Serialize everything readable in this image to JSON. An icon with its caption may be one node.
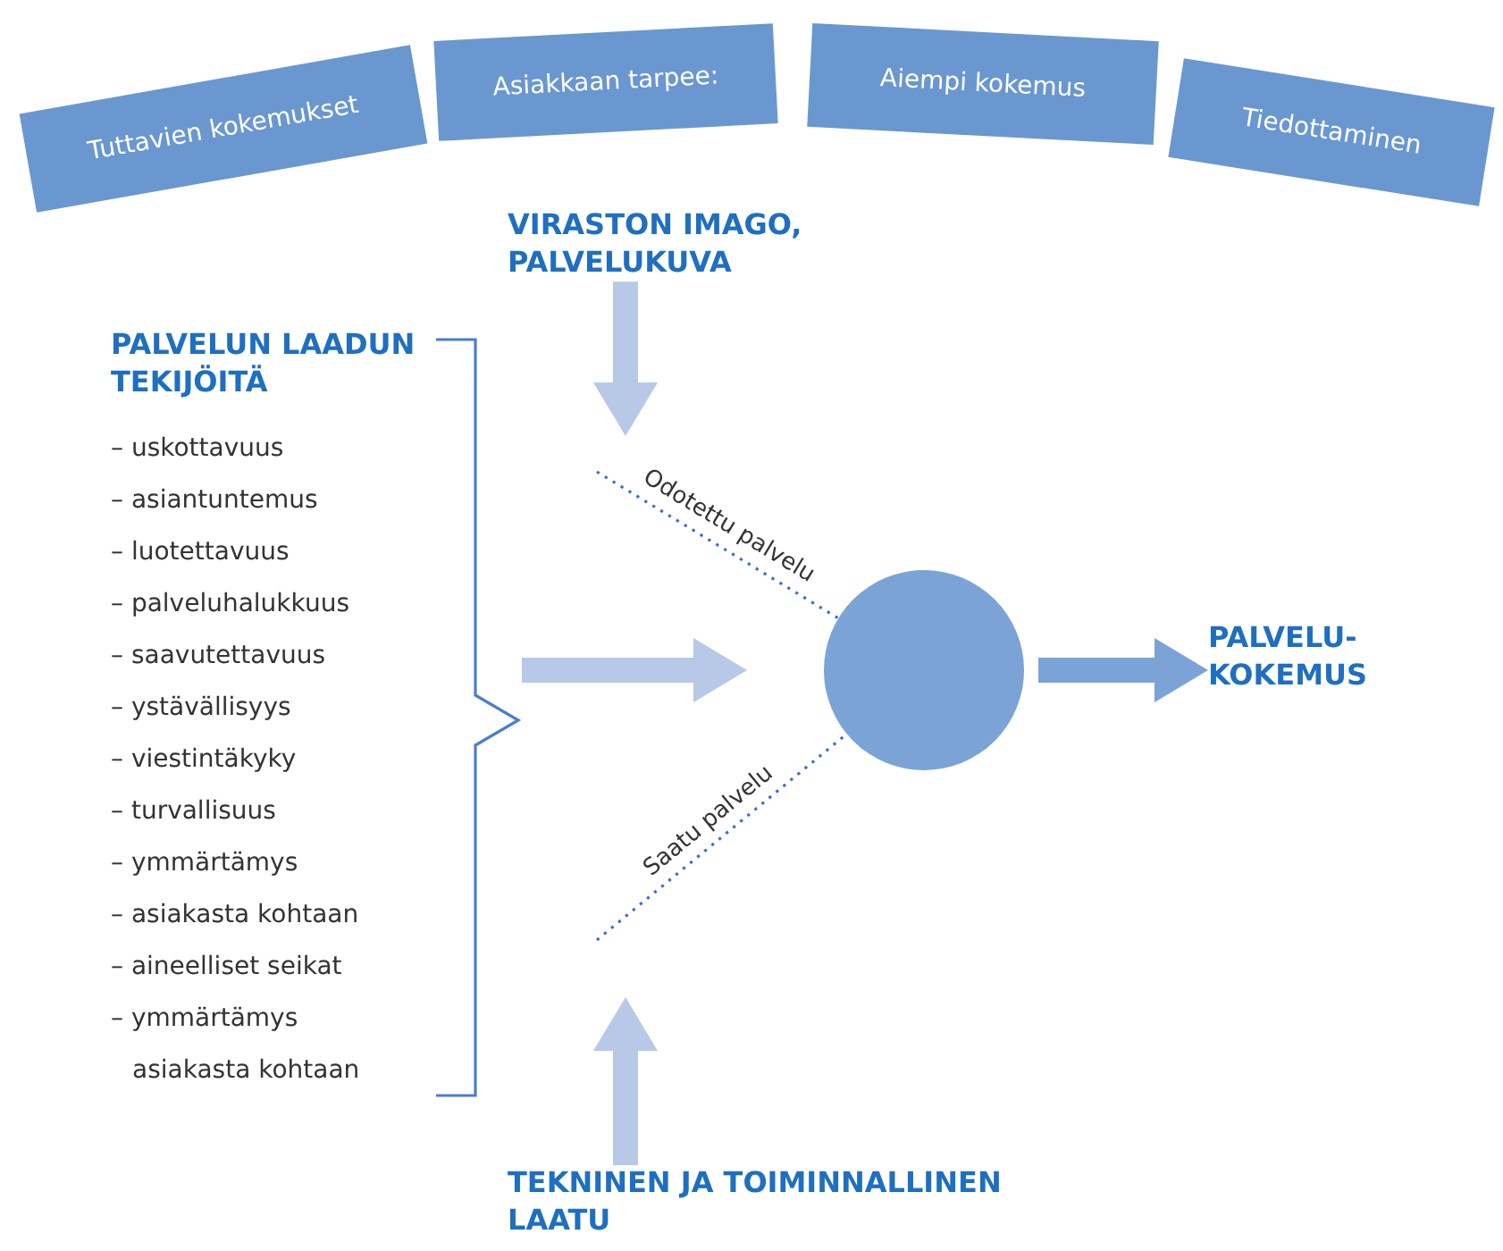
{
  "diagram": {
    "nodes": [
      {
        "text": [
          "Tuttavien kokemukset"
        ]
      },
      {
        "text": [
          "Asiakkaan tarpee:"
        ]
      },
      {
        "text": [
          "Aiempi kokemus"
        ]
      },
      {
        "text": [
          "Tiedottaminen"
        ]
      },
      {
        "text": [
          "VIRASTON IMAGO, PALVELUKUVA"
        ]
      },
      {
        "text": [
          "PALVELUN LAADUN TEKIJÖITÄ",
          "– uskottavuus",
          "– asiantuntemus",
          "– luotettavuus",
          "– palveluhalukkuus",
          "– saavutettavuus",
          "– ystävällisyys",
          "– viestintäkyky",
          "– turvallisuus",
          "– ymmärtämys",
          "– asiakasta kohtaan",
          "– aineelliset seikat",
          "– ymmärtämys asiakasta kohtaan"
        ]
      },
      {
        "text": [],
        "shape": "circle"
      },
      {
        "text": [
          "PALVELU- KOKEMUS"
        ]
      },
      {
        "text": [
          "TEKNINEN JA TOIMINNALLINEN LAATU"
        ]
      }
    ],
    "edges": [
      {
        "from": 4,
        "to": null,
        "arrow": "to"
      },
      {
        "from": null,
        "to": 6,
        "arrow": "none",
        "label": "Odotettu palvelu",
        "style": "dashed",
        "color": "#3d6fc4"
      },
      {
        "from": 5,
        "to": null,
        "arrow": "to"
      },
      {
        "from": null,
        "to": 6,
        "arrow": "none",
        "label": "Saatu palvelu",
        "style": "dashed",
        "color": "#3d6fc4"
      },
      {
        "from": 8,
        "to": null,
        "arrow": "to"
      },
      {
        "from": 6,
        "to": 7,
        "arrow": "to",
        "color": "#7ba3d6"
      }
    ]
  }
}
